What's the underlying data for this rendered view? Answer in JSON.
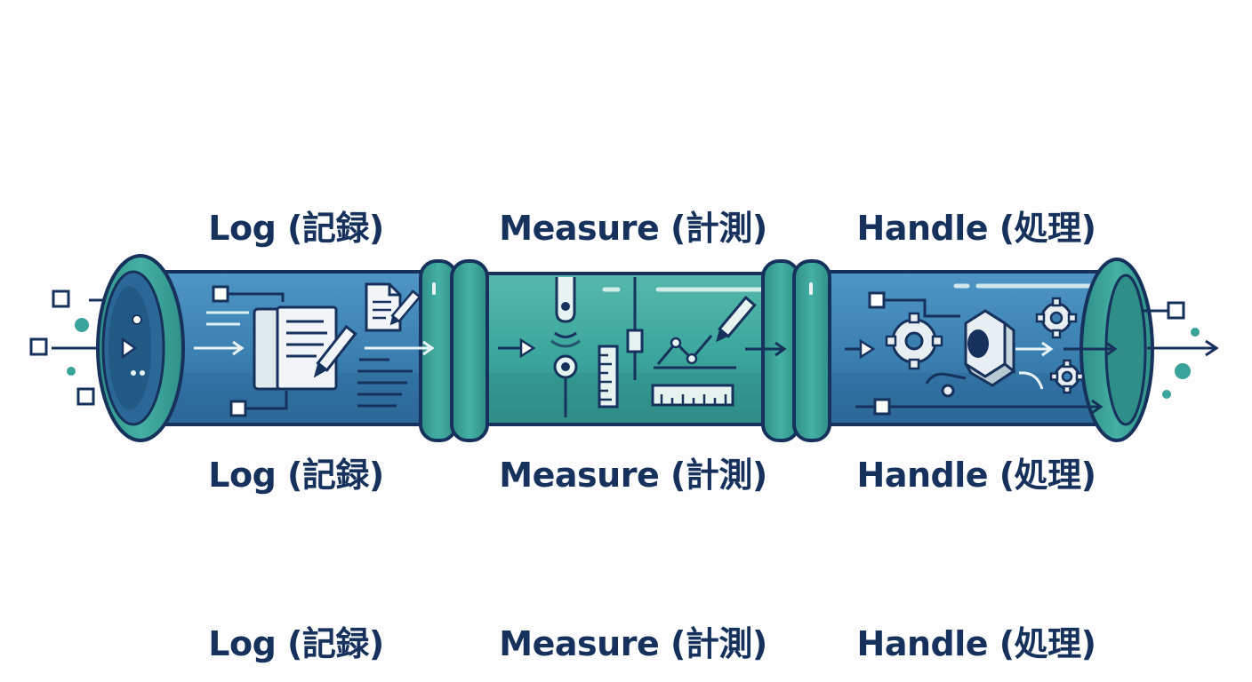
{
  "stages": [
    {
      "id": "log",
      "label": "Log (記録)",
      "icon": "notebook-pencil-icon"
    },
    {
      "id": "measure",
      "label": "Measure (計測)",
      "icon": "ruler-chart-icon"
    },
    {
      "id": "handle",
      "label": "Handle (処理)",
      "icon": "gears-nut-icon"
    }
  ],
  "colors": {
    "outline": "#16325c",
    "pipe_blue": "#3a7fb0",
    "pipe_teal": "#3ba59c",
    "flange": "#3aa39a",
    "icon_fill": "#f1f5f8",
    "accent_dot": "#3aa39a",
    "text": "#16325c"
  }
}
